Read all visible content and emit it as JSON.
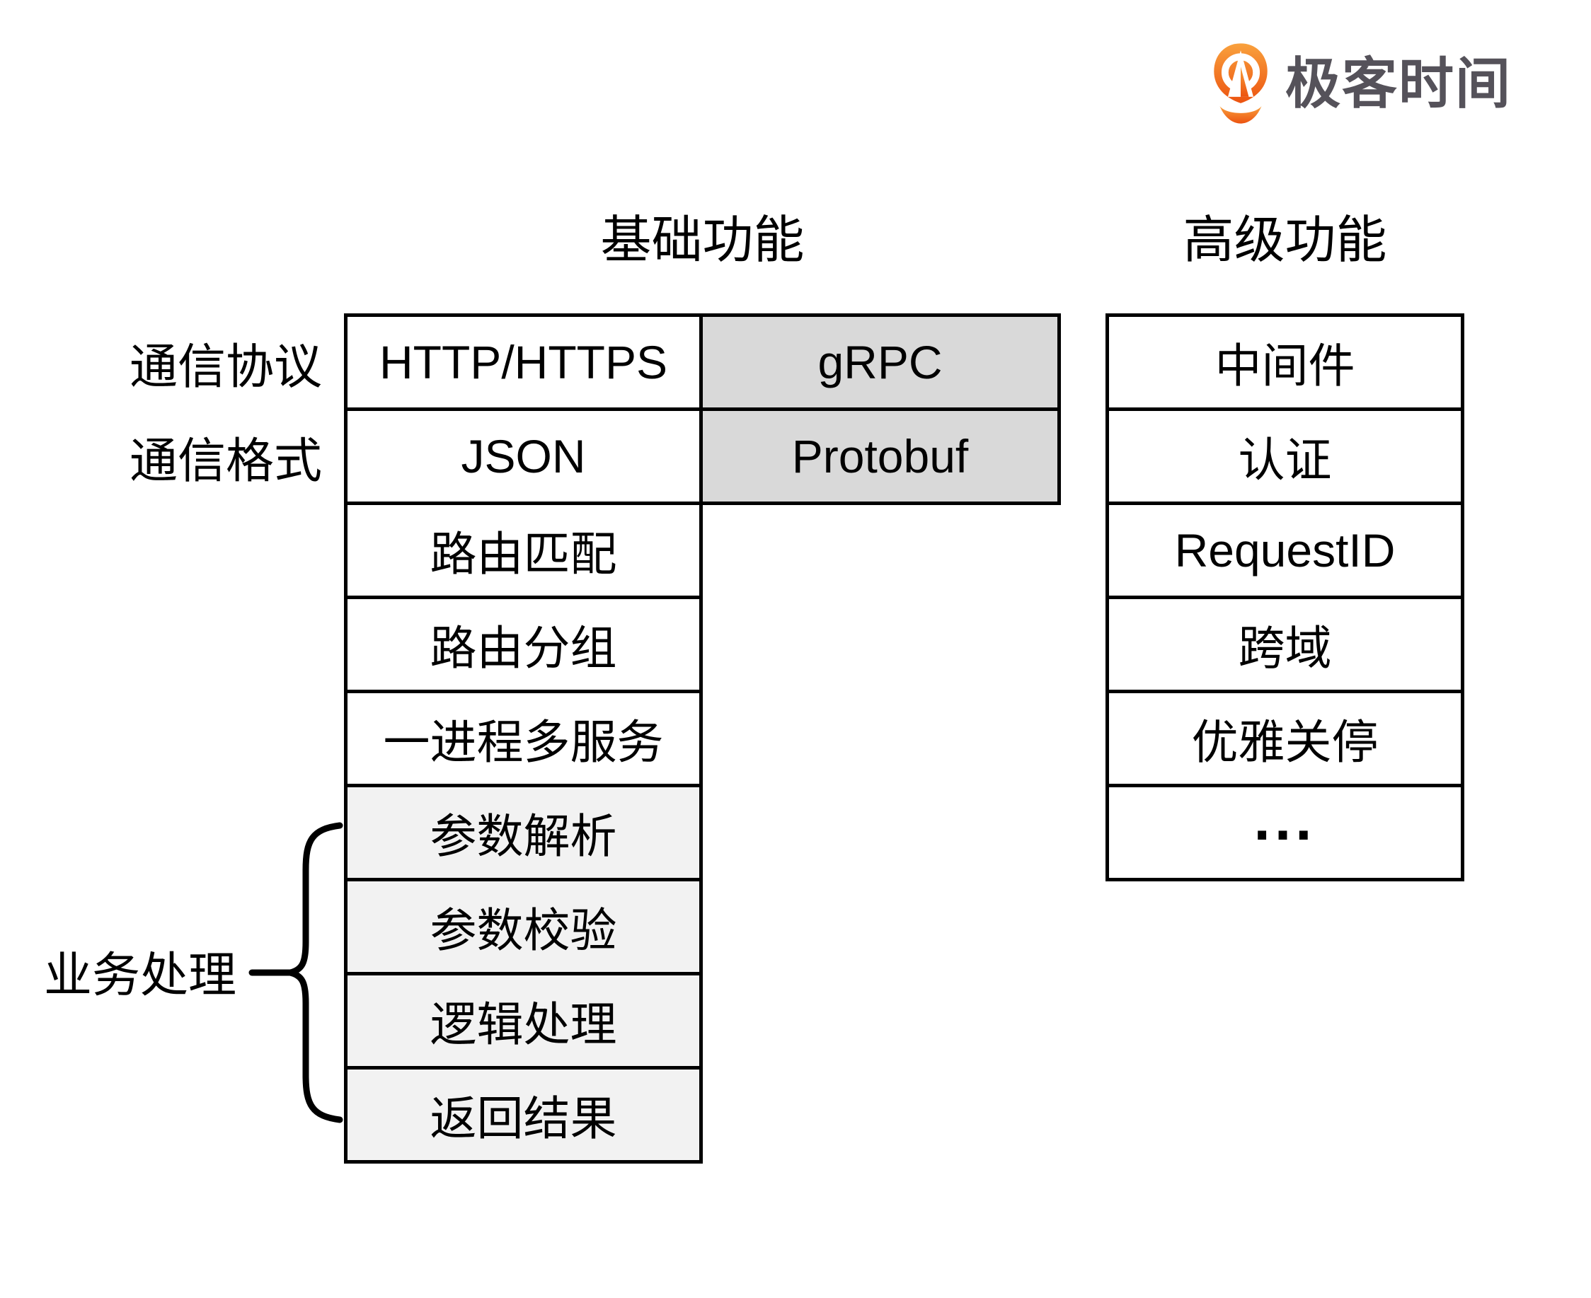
{
  "logo": {
    "brand": "极客时间",
    "icon": "geektime-pin-icon"
  },
  "headers": {
    "basic": "基础功能",
    "advanced": "高级功能"
  },
  "labels": {
    "protocol": "通信协议",
    "format": "通信格式",
    "business": "业务处理"
  },
  "basic_column": {
    "primary": [
      "HTTP/HTTPS",
      "JSON",
      "路由匹配",
      "路由分组",
      "一进程多服务",
      "参数解析",
      "参数校验",
      "逻辑处理",
      "返回结果"
    ],
    "alternate": [
      "gRPC",
      "Protobuf"
    ]
  },
  "advanced_column": [
    "中间件",
    "认证",
    "RequestID",
    "跨域",
    "优雅关停",
    "..."
  ],
  "colors": {
    "border": "#000000",
    "alternate_fill": "#D9D9D9",
    "business_fill": "#F2F2F2",
    "advanced_fill": "#FFFFFF",
    "logo_orange_top": "#F9A13D",
    "logo_orange_bottom": "#EC5310",
    "logo_text": "#55525A"
  }
}
